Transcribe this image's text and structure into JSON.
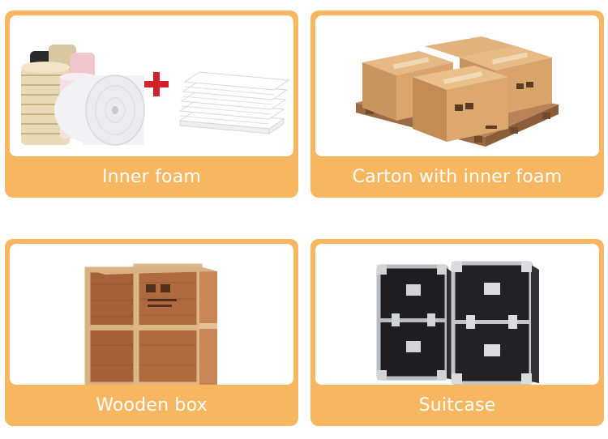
{
  "cards": [
    {
      "id": "inner-foam",
      "caption": "Inner foam"
    },
    {
      "id": "carton",
      "caption": "Carton with inner foam"
    },
    {
      "id": "wooden-box",
      "caption": "Wooden box"
    },
    {
      "id": "suitcase",
      "caption": "Suitcase"
    }
  ],
  "colors": {
    "card_bg": "#f7b760",
    "caption_text": "#ffffff",
    "plus_sign": "#d0222a"
  }
}
